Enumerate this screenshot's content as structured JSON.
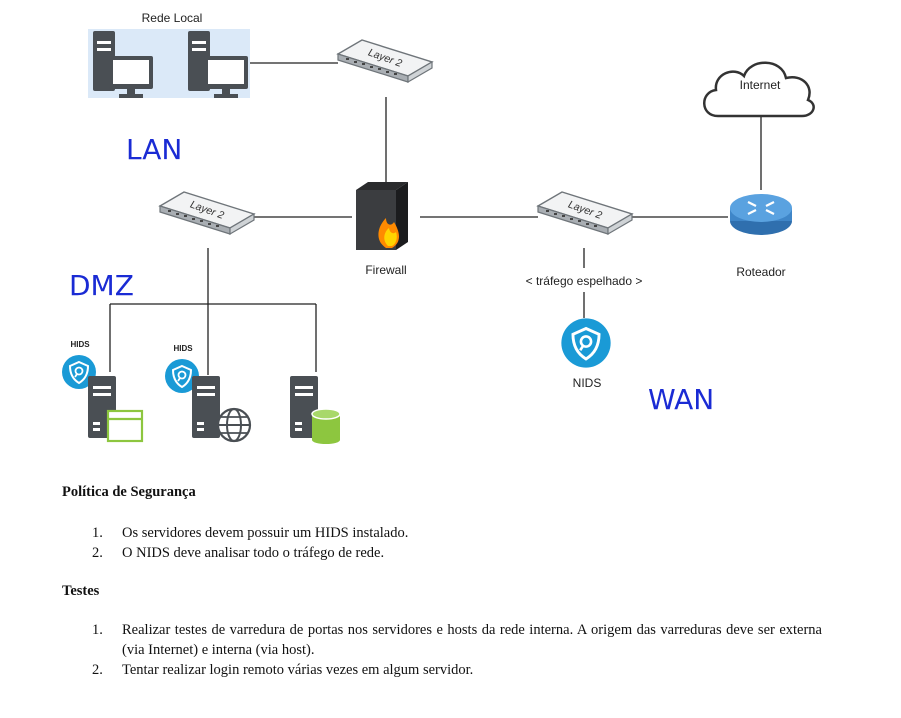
{
  "diagram": {
    "zones": {
      "lan": "LAN",
      "dmz": "DMZ",
      "wan": "WAN"
    },
    "rede_local_label": "Rede Local",
    "switch_label": "Layer 2",
    "firewall_label": "Firewall",
    "mirror_label": "< tráfego espelhado >",
    "nids_label": "NIDS",
    "router_label": "Roteador",
    "internet_label": "Internet",
    "hids_label": "HIDS",
    "colors": {
      "zone_text": "#1a2bd4",
      "icon_dark": "#4a4f54",
      "shield_blue": "#1a9ad6",
      "server_accent": "#8dc63f",
      "router_blue": "#3f86c8",
      "lan_bg": "#dbe9f8"
    }
  },
  "policy": {
    "title": "Política de Segurança",
    "items": [
      {
        "num": "1.",
        "text": "Os servidores devem possuir um HIDS instalado."
      },
      {
        "num": "2.",
        "text": "O NIDS deve analisar todo o tráfego de rede."
      }
    ]
  },
  "tests": {
    "title": "Testes",
    "items": [
      {
        "num": "1.",
        "text": "Realizar testes de varredura de portas nos servidores e hosts da rede interna. A origem das varreduras deve ser externa (via Internet) e interna (via host)."
      },
      {
        "num": "2.",
        "text": "Tentar realizar login remoto várias vezes em algum servidor."
      }
    ]
  }
}
